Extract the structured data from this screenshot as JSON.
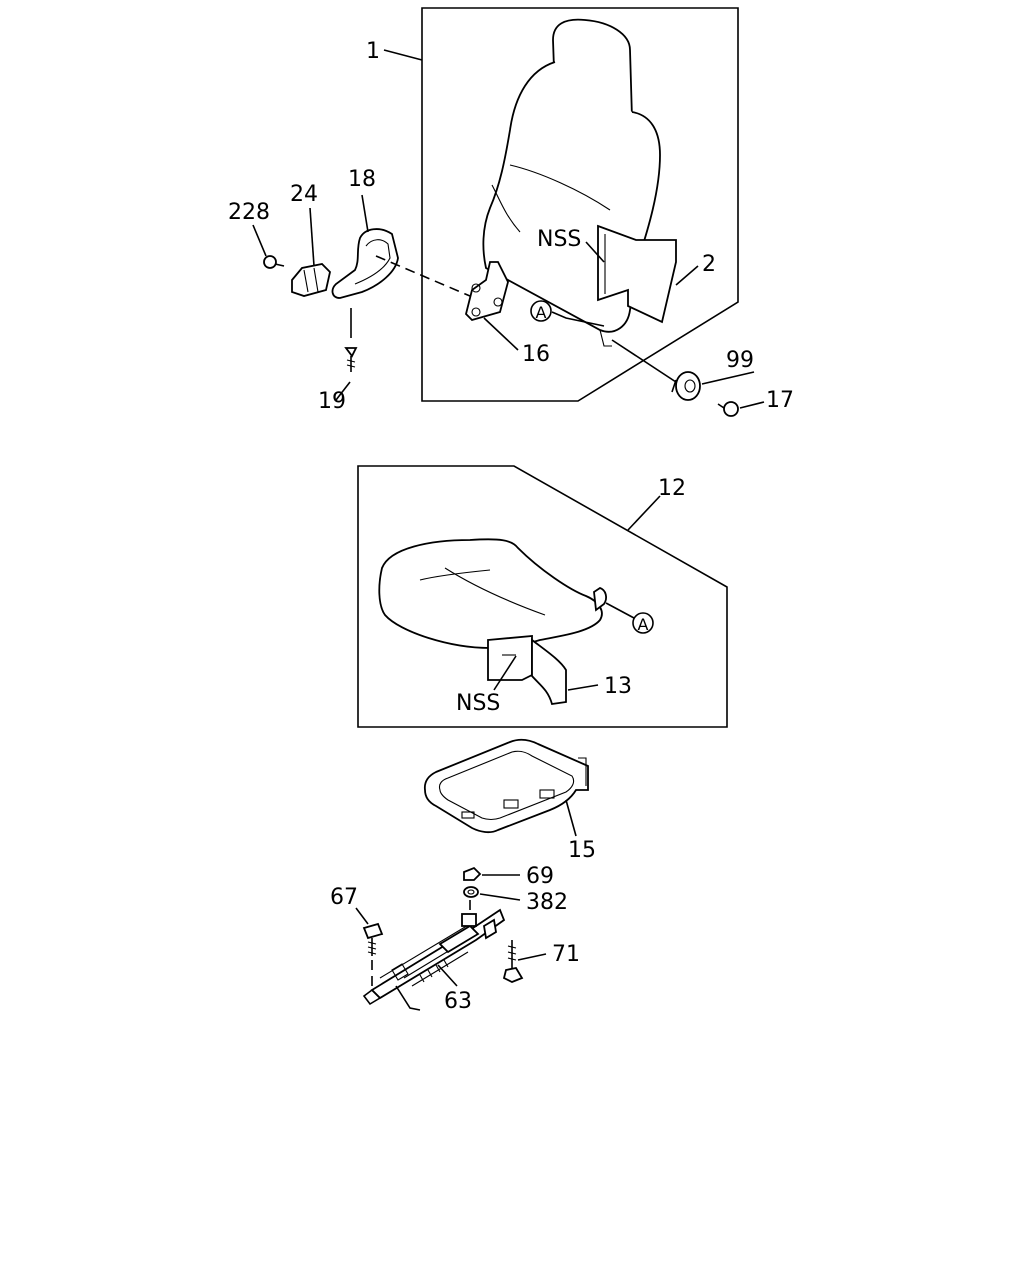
{
  "callouts": {
    "c1": "1",
    "c2": "2",
    "c12": "12",
    "c13": "13",
    "c15": "15",
    "c16": "16",
    "c17": "17",
    "c18": "18",
    "c19": "19",
    "c24": "24",
    "c63": "63",
    "c67": "67",
    "c69": "69",
    "c71": "71",
    "c99": "99",
    "c228": "228",
    "c382": "382"
  },
  "nss_labels": {
    "backrest": "NSS",
    "cushion": "NSS"
  },
  "reference_marks": {
    "a_backrest": "A",
    "a_cushion": "A"
  }
}
